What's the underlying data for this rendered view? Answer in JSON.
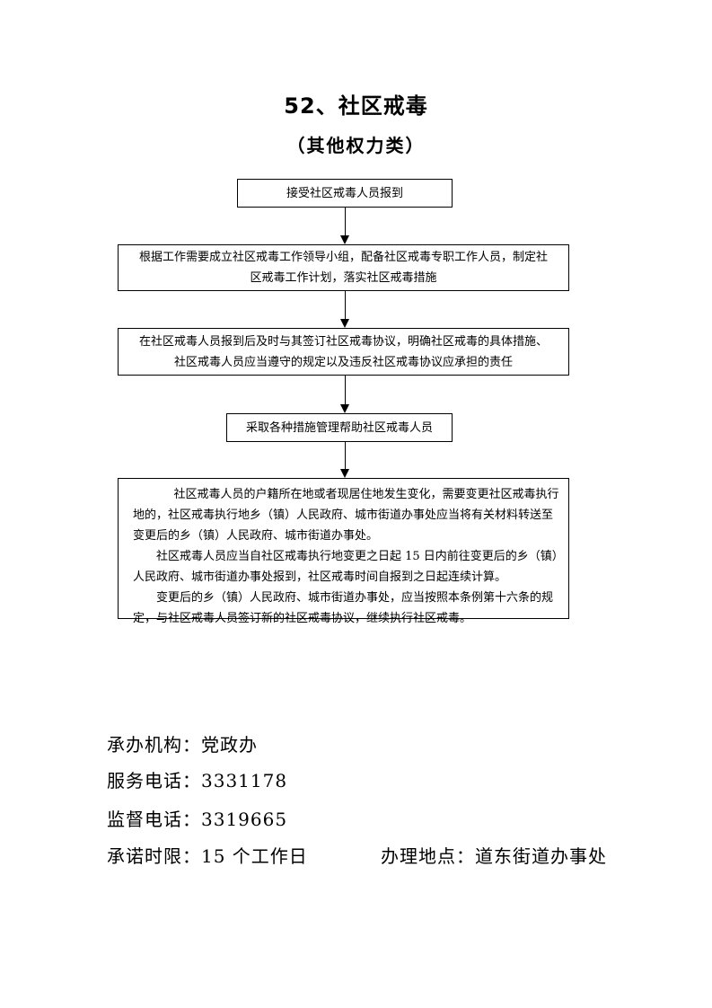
{
  "title": "52、社区戒毒",
  "subtitle": "（其他权力类）",
  "flow": {
    "step1": "接受社区戒毒人员报到",
    "step2_line1": "根据工作需要成立社区戒毒工作领导小组，配备社区戒毒专职工作人员，制定社",
    "step2_line2": "区戒毒工作计划，落实社区戒毒措施",
    "step3_line1": "在社区戒毒人员报到后及时与其签订社区戒毒协议，明确社区戒毒的具体措施、",
    "step3_line2": "社区戒毒人员应当遵守的规定以及违反社区戒毒协议应承担的责任",
    "step4": "采取各种措施管理帮助社区戒毒人员",
    "step5_p1": "社区戒毒人员的户籍所在地或者现居住地发生变化，需要变更社区戒毒执行地的，社区戒毒执行地乡（镇）人民政府、城市街道办事处应当将有关材料转送至变更后的乡（镇）人民政府、城市街道办事处。",
    "step5_p2": "社区戒毒人员应当自社区戒毒执行地变更之日起 15 日内前往变更后的乡（镇）人民政府、城市街道办事处报到，社区戒毒时间自报到之日起连续计算。",
    "step5_p3": "变更后的乡（镇）人民政府、城市街道办事处，应当按照本条例第十六条的规定，与社区戒毒人员签订新的社区戒毒协议，继续执行社区戒毒。"
  },
  "info": {
    "agency": "承办机构：党政办",
    "service_phone": "服务电话：3331178",
    "supervision_phone": "监督电话：3319665",
    "time_limit": "承诺时限：15 个工作日",
    "location": "办理地点：道东街道办事处"
  }
}
